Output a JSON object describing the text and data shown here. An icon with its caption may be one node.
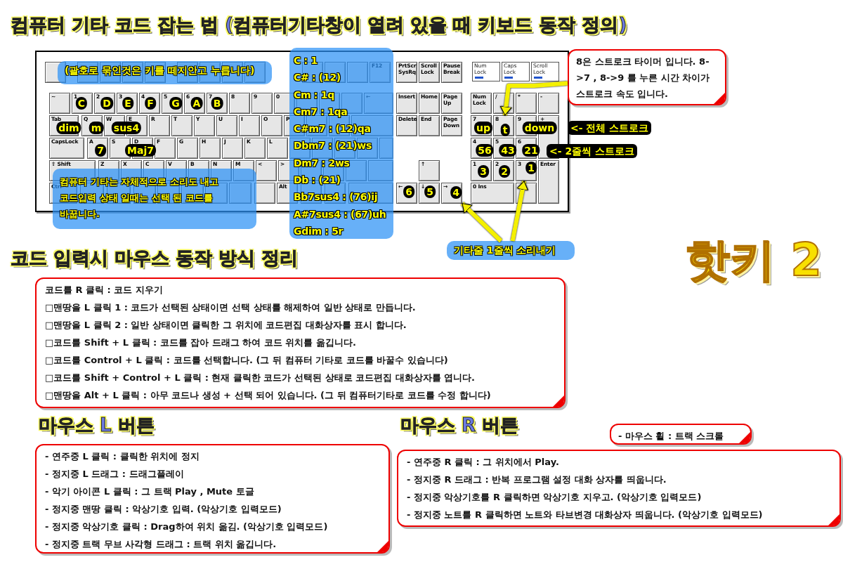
{
  "diagram": {
    "title": "컴퓨터 기타 코드 잡는 법 (컴퓨터기타창이 열려 있을 때 키보드 동작 정의)",
    "nodes": [
      {
        "text": [],
        "shape": "picture"
      },
      {
        "text": [
          "(괄호로 묶인것은 키를 떼지안고 누릅니다)"
        ],
        "in": 0
      },
      {
        "text": [
          "C : 1",
          "C# : (12)",
          "Cm : 1q",
          "Cm7 : 1qa",
          "C#m7 : (12)qa",
          "Dbm7 : (21)ws",
          "Dm7 : 2ws",
          "Db : (21)",
          "Bb7sus4 : (76)ij",
          "A#7sus4 : (67)uh",
          "Gdim : 5r"
        ]
      },
      {
        "text": [
          "컴퓨터 기타는 자체적으로 소리도 내고 코드입력 상태 일때는 선택 된 코드를 바꿉니다."
        ]
      },
      {
        "text": [
          "8은 스트로크 타이머 입니다. 8->7 , 8->9 를 누른 시간 차이가 스트로크 속도 입니다."
        ]
      },
      {
        "text": [
          "8"
        ],
        "in": 0
      },
      {
        "text": [
          "기타줄 1줄씩 소리내기"
        ]
      },
      {
        "text": [
          "→"
        ],
        "in": 0
      },
      {
        "text": [
          "3"
        ],
        "in": 0
      },
      {
        "text": [
          "코드 입력시 마우스 동작 방식 정리",
          "코드를 R 클릭 : 코드 지우기",
          "□맨땅을 L 클릭 1 : 코드가 선택된 상태이면 선택 상태를 해제하여 일반 상태로 만듭니다.",
          "□맨땅을 L 클릭 2 : 일반 상태이면 클릭한 그 위치에 코드편집 대화상자를 표시 합니다.",
          "□코드를 Shift + L 클릭 : 코드를 잡아 드래그 하여 코드 위치를 옮깁니다.",
          "□코드를 Control + L 클릭 : 코드를 선택합니다. (그 뒤 컴퓨터 기타로 코드를 바꿀수 있습니다)",
          "□코드를 Shift + Control + L 클릭 : 현재 클릭한 코드가 선택된 상태로 코드편집 대화상자를 엽니다.",
          "□맨땅을 Alt + L 클릭 : 아무 코드나 생성 + 선택 되어 있습니다. (그 뒤 컴퓨터기타로 코드를 수정 합니다)"
        ]
      },
      {
        "text": [
          "마우스 L 버튼",
          "- 연주중 L 클릭 : 클릭한 위치에 정지",
          "- 정지중 L 드래그 : 드래그플레이",
          "- 악기 아이콘 L 클릭 : 그 트랙 Play , Mute 토글",
          "- 정지중 맨땅 클릭 : 악상기호 입력. (악상기호 입력모드)",
          "- 정지중 악상기호 클릭 : Drag하여 위치 옮김. (악상기호 입력모드)",
          "- 정지중 트랙 무브 사각형 드래그 : 트랙 위치 옮깁니다."
        ]
      },
      {
        "text": [
          "마우스 R 버튼",
          "- 연주중 R 클릭 : 그 위치에서 Play.",
          "- 정지중 R 드래그 : 반복 프로그램 설정 대화 상자를 띄웁니다.",
          "- 정지중 악상기호를 R 클릭하면 악상기호 지우고. (악상기호 입력모드)",
          "- 정지중 노트를 R 클릭하면 노트와 타브변경 대화상자 띄웁니다. (악상기호 입력모드)"
        ]
      },
      {
        "text": [
          "- 마우스 휠 : 트랙 스크롤"
        ]
      }
    ],
    "edges": [
      {
        "from": 4,
        "to": 5,
        "arrow": "to"
      },
      {
        "from": 6,
        "to": 7,
        "arrow": "to"
      },
      {
        "from": 6,
        "to": 8,
        "arrow": "to"
      }
    ],
    "labels": [
      "F12",
      "PrtScr SysRq",
      "Scroll Lock",
      "Pause Break",
      "Num Lock",
      "Caps Lock",
      "Scroll Lock",
      "~",
      "1",
      "2",
      "3",
      "4",
      "5",
      "6",
      "7",
      "8",
      "9",
      "0",
      "←",
      "Tab",
      "Q",
      "W",
      "E",
      "R",
      "T",
      "Y",
      "U",
      "I",
      "O",
      "P",
      "CapsLock",
      "A",
      "S",
      "D",
      "F",
      "G",
      "H",
      "J",
      "K",
      "L",
      "⇧ Shift",
      "Z",
      "X",
      "C",
      "V",
      "B",
      "N",
      "M",
      "<",
      ">",
      "Ctrl",
      "Alt",
      "Insert",
      "Home",
      "Page Up",
      "Delete",
      "End",
      "Page Down",
      "↑",
      "←",
      "↓",
      "Num Lock",
      "/",
      "*",
      "-",
      "7",
      "9",
      "+",
      "4",
      "5",
      "6",
      "1",
      "2",
      "Enter",
      "0 Ins",
      "C",
      "D",
      "E",
      "F",
      "G",
      "A",
      "B",
      "dim",
      "m",
      "sus4",
      "7",
      "Maj7",
      "up",
      "t",
      "down",
      "56",
      "43",
      "21",
      "3",
      "2",
      "1",
      "6",
      "5",
      "4",
      "<- 전체 스트로크",
      "<- 2줄씩 스트로크",
      "핫키 2"
    ]
  }
}
